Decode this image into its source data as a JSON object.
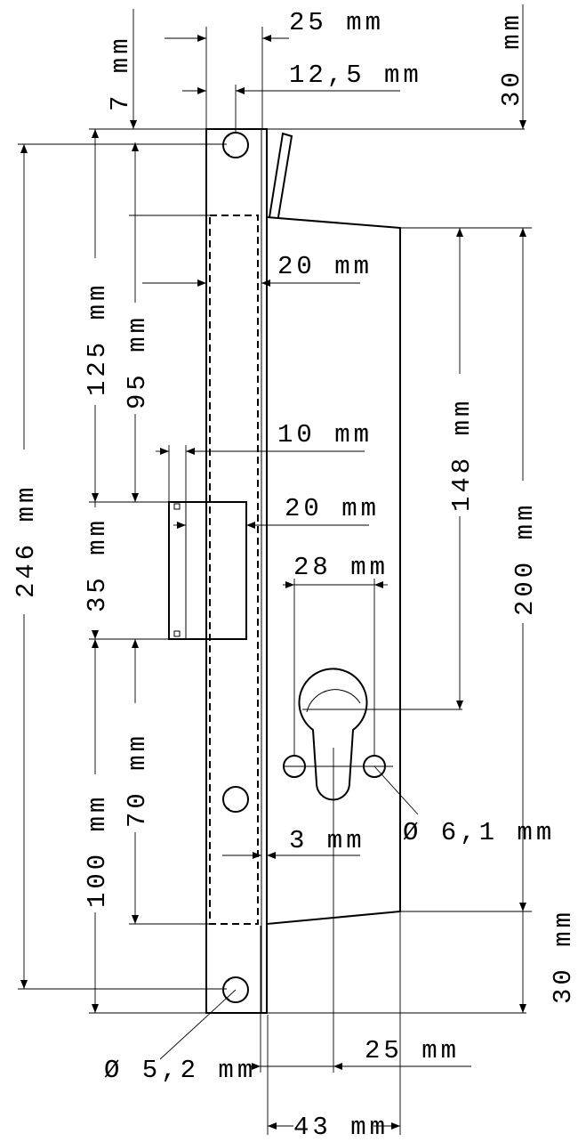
{
  "dimensions": {
    "top_width": "25 mm",
    "top_half": "12,5 mm",
    "top_offset": "7 mm",
    "right_top": "30 mm",
    "total_height": "246 mm",
    "upper_height": "125 mm",
    "to_latch": "95 mm",
    "faceplate_width": "20 mm",
    "latch_depth": "10 mm",
    "latch_width": "20 mm",
    "latch_height": "35 mm",
    "cyl_spacing": "28 mm",
    "body_height": "148 mm",
    "body_total": "200 mm",
    "lower_70": "70 mm",
    "lower_100": "100 mm",
    "plate_thickness": "3 mm",
    "hole_dia": "Ø 6,1 mm",
    "right_bottom": "30 mm",
    "screw_dia": "Ø 5,2 mm",
    "backset": "25 mm",
    "body_depth": "43 mm"
  }
}
